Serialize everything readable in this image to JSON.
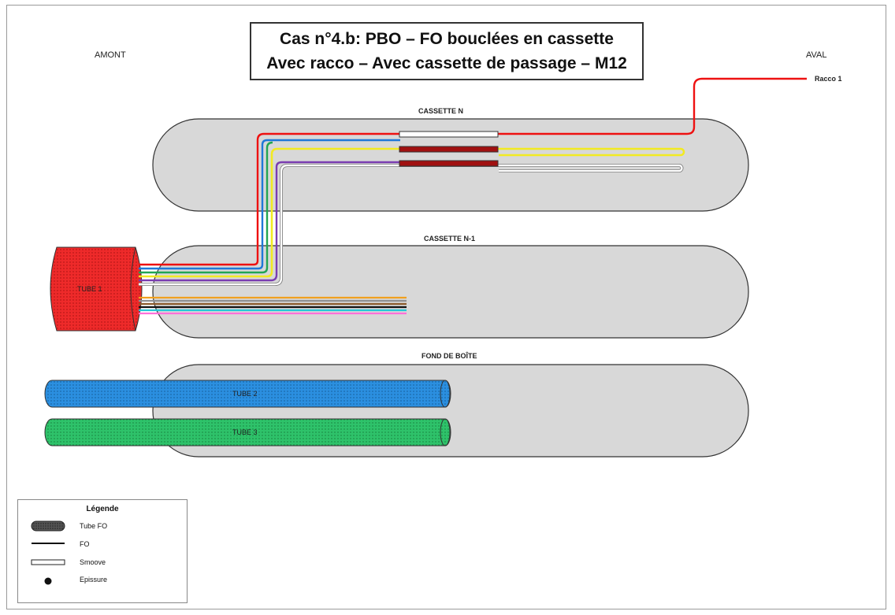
{
  "title": {
    "line1": "Cas n°4.b: PBO – FO bouclées en cassette",
    "line2": "Avec racco – Avec cassette de passage – M12"
  },
  "side_labels": {
    "left": "AMONT",
    "right": "AVAL"
  },
  "cassettes": {
    "n": "CASSETTE N",
    "n_minus_1": "CASSETTE N-1",
    "fond": "FOND DE BOÎTE"
  },
  "tubes": {
    "tube1": {
      "label": "TUBE 1",
      "color": "#ee2a2a"
    },
    "tube2": {
      "label": "TUBE 2",
      "color": "#2b8fe0"
    },
    "tube3": {
      "label": "TUBE 3",
      "color": "#2ec26a"
    }
  },
  "racco_label": "Racco 1",
  "fiber_colors": {
    "red": "#ee1111",
    "blue": "#1f78d8",
    "green": "#22a552",
    "yellow": "#f2ea22",
    "violet": "#7a3db0",
    "white": "#ffffff",
    "orange": "#f0a020",
    "grey": "#909090",
    "brown": "#8b5a2b",
    "black": "#111111",
    "turquoise": "#24c8d8",
    "pink": "#ff6fd8",
    "splice": "#a01010"
  },
  "legend": {
    "title": "Légende",
    "items": {
      "tube": "Tube FO",
      "fo": "FO",
      "smoove": "Smoove",
      "epissure": "Epissure"
    }
  }
}
